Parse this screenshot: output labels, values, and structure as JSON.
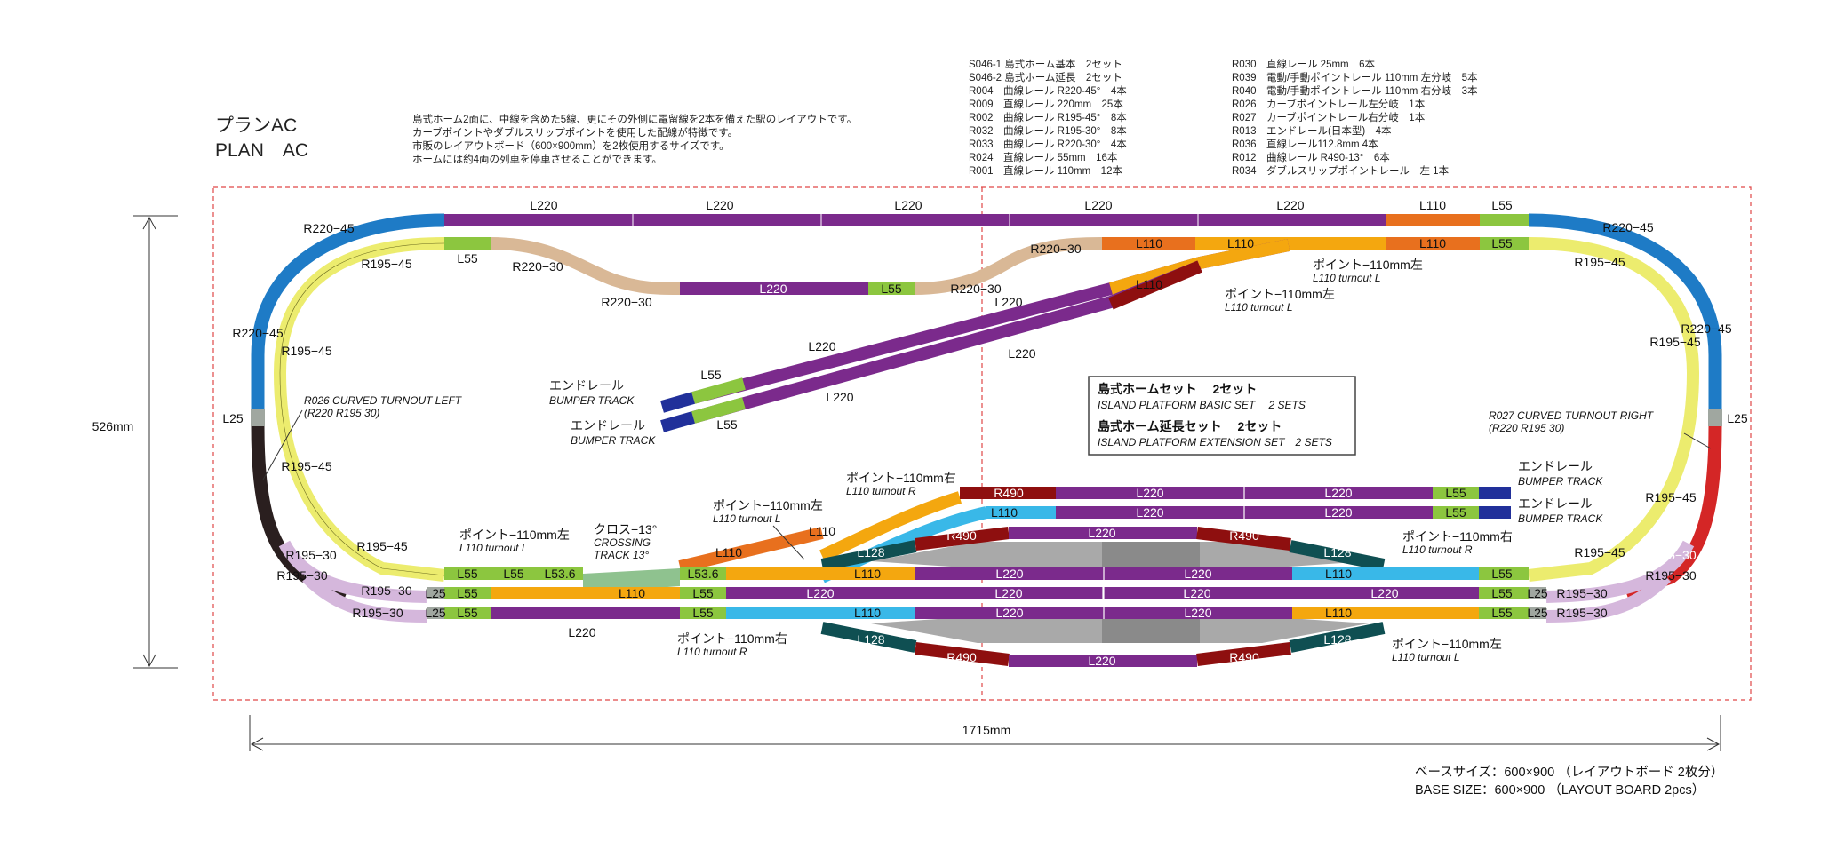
{
  "title": {
    "jp": "プランAC",
    "en": "PLAN　AC"
  },
  "description": [
    "島式ホーム2面に、中線を含めた5線、更にその外側に電留線を2本を備えた駅のレイアウトです。",
    "カーブポイントやダブルスリップポイントを使用した配線が特徴です。",
    "市販のレイアウトボード（600×900mm）を2枚使用するサイズです。",
    "ホームには約4両の列車を停車させることができます。"
  ],
  "parts_left": [
    "S046-1 島式ホーム基本　2セット",
    "S046-2 島式ホーム延長　2セット",
    "R004　曲線レール R220-45°　4本",
    "R009　直線レール 220mm　25本",
    "R002　曲線レール R195-45°　8本",
    "R032　曲線レール R195-30°　8本",
    "R033　曲線レール R220-30°　4本",
    "R024　直線レール 55mm　16本",
    "R001　直線レール 110mm　12本"
  ],
  "parts_right": [
    "R030　直線レール 25mm　6本",
    "R039　電動/手動ポイントレール 110mm 左分岐　5本",
    "R040　電動/手動ポイントレール 110mm 右分岐　3本",
    "R026　カーブポイントレール左分岐　1本",
    "R027　カーブポイントレール右分岐　1本",
    "R013　エンドレール(日本型)　4本",
    "R036　直線レール112.8mm 4本",
    "R012　曲線レール R490-13°　6本",
    "R034　ダブルスリップポイントレール　左 1本"
  ],
  "dimensions": {
    "height": "526mm",
    "width": "1715mm"
  },
  "base_size": {
    "jp": "ベースサイズ：600×900 （レイアウトボード 2枚分）",
    "en": "BASE SIZE：600×900 （LAYOUT BOARD 2pcs）"
  },
  "platform_box": {
    "line1_jp": "島式ホームセット　 2セット",
    "line1_en": "ISLAND PLATFORM BASIC SET　 2 SETS",
    "line2_jp": "島式ホーム延長セット　 2セット",
    "line2_en": "ISLAND PLATFORM EXTENSION SET　2 SETS"
  },
  "annotations": {
    "bumper_jp": "エンドレール",
    "bumper_en": "BUMPER TRACK",
    "turnout_l_jp": "ポイント−110mm左",
    "turnout_l_en": "L110 turnout L",
    "turnout_r_jp": "ポイント−110mm右",
    "turnout_r_en": "L110 turnout R",
    "cross_jp": "クロス−13°",
    "cross_en1": "CROSSING",
    "cross_en2": "TRACK 13°",
    "r026_1": "R026 CURVED TURNOUT LEFT",
    "r026_2": "(R220 R195 30)",
    "r027_1": "R027 CURVED TURNOUT RIGHT",
    "r027_2": "(R220 R195 30)"
  },
  "labels": {
    "L220": "L220",
    "L110": "L110",
    "L55": "L55",
    "L25": "L25",
    "L128": "L128",
    "L53_6": "L53.6",
    "R490": "R490",
    "R220_45": "R220−45",
    "R195_45": "R195−45",
    "R220_30": "R220−30",
    "R195_30": "R195−30"
  },
  "colors": {
    "L220": "#7b2a8c",
    "L110": "#e8701e",
    "L55": "#8cc63f",
    "L25": "#a0a7a0",
    "R220_45": "#1e7bc6",
    "R195_45": "#ecec6e",
    "R220_30": "#d9b896",
    "R195_30": "#d5b7dc",
    "turnout": "#f4a70f",
    "R490": "#8e0f0f",
    "L128": "#0f4f52",
    "cyan": "#39b8e8",
    "bumper": "#21309a",
    "curved_l": "#2a1f1f",
    "curved_r": "#d42626",
    "crossing": "#8fc28f",
    "platform": "#a9a9a9",
    "frame": "#e04848"
  }
}
